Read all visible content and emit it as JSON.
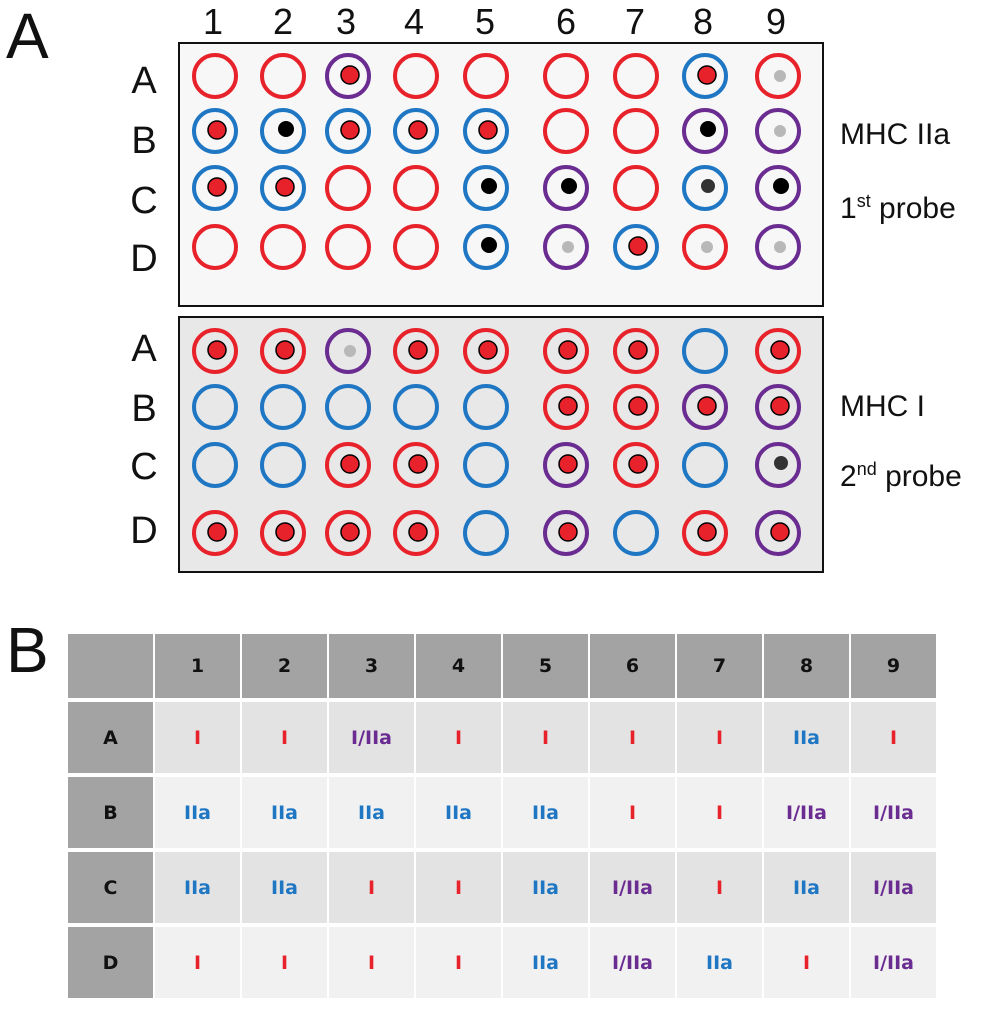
{
  "panels": {
    "a": "A",
    "b": "B"
  },
  "columns": [
    "1",
    "2",
    "3",
    "4",
    "5",
    "6",
    "7",
    "8",
    "9"
  ],
  "rows": [
    "A",
    "B",
    "C",
    "D"
  ],
  "probe1": {
    "title": "MHC IIa",
    "ordinal": "1",
    "ordinal_sup": "st",
    "word": "probe"
  },
  "probe2": {
    "title": "MHC I",
    "ordinal": "2",
    "ordinal_sup": "nd",
    "word": "probe"
  },
  "colors": {
    "I": "#e8222a",
    "IIa": "#1f77c4",
    "I/IIa": "#6a2c91",
    "spot": "#e8222a"
  },
  "blot1": {
    "circles": [
      [
        "I",
        "I",
        "I/IIa",
        "I",
        "I",
        "I",
        "I",
        "IIa",
        "I"
      ],
      [
        "IIa",
        "IIa",
        "IIa",
        "IIa",
        "IIa",
        "I",
        "I",
        "I/IIa",
        "I/IIa"
      ],
      [
        "IIa",
        "IIa",
        "I",
        "I",
        "IIa",
        "I/IIa",
        "I",
        "IIa",
        "I/IIa"
      ],
      [
        "I",
        "I",
        "I",
        "I",
        "IIa",
        "I/IIa",
        "IIa",
        "I",
        "I/IIa"
      ]
    ],
    "spots": [
      [
        "none",
        "none",
        "red",
        "none",
        "none",
        "none",
        "none",
        "red",
        "faint"
      ],
      [
        "red",
        "black",
        "red",
        "red",
        "red",
        "none",
        "none",
        "black",
        "faint"
      ],
      [
        "red",
        "red",
        "none",
        "none",
        "black",
        "black",
        "none",
        "dark",
        "black"
      ],
      [
        "none",
        "none",
        "none",
        "none",
        "black",
        "faint",
        "red",
        "faint",
        "faint"
      ]
    ]
  },
  "blot2": {
    "circles": [
      [
        "I",
        "I",
        "I/IIa",
        "I",
        "I",
        "I",
        "I",
        "IIa",
        "I"
      ],
      [
        "IIa",
        "IIa",
        "IIa",
        "IIa",
        "IIa",
        "I",
        "I",
        "I/IIa",
        "I/IIa"
      ],
      [
        "IIa",
        "IIa",
        "I",
        "I",
        "IIa",
        "I/IIa",
        "I",
        "IIa",
        "I/IIa"
      ],
      [
        "I",
        "I",
        "I",
        "I",
        "IIa",
        "I/IIa",
        "IIa",
        "I",
        "I/IIa"
      ]
    ],
    "spots": [
      [
        "red",
        "red",
        "faint",
        "red",
        "red",
        "red",
        "red",
        "none",
        "red"
      ],
      [
        "none",
        "none",
        "none",
        "none",
        "none",
        "red",
        "red",
        "red",
        "red"
      ],
      [
        "none",
        "none",
        "red",
        "red",
        "none",
        "red",
        "red",
        "none",
        "dark"
      ],
      [
        "red",
        "red",
        "red",
        "red",
        "none",
        "red",
        "none",
        "red",
        "red"
      ]
    ]
  },
  "table": {
    "corner": "",
    "rows": [
      [
        "I",
        "I",
        "I/IIa",
        "I",
        "I",
        "I",
        "I",
        "IIa",
        "I"
      ],
      [
        "IIa",
        "IIa",
        "IIa",
        "IIa",
        "IIa",
        "I",
        "I",
        "I/IIa",
        "I/IIa"
      ],
      [
        "IIa",
        "IIa",
        "I",
        "I",
        "IIa",
        "I/IIa",
        "I",
        "IIa",
        "I/IIa"
      ],
      [
        "I",
        "I",
        "I",
        "I",
        "IIa",
        "I/IIa",
        "IIa",
        "I",
        "I/IIa"
      ]
    ]
  }
}
